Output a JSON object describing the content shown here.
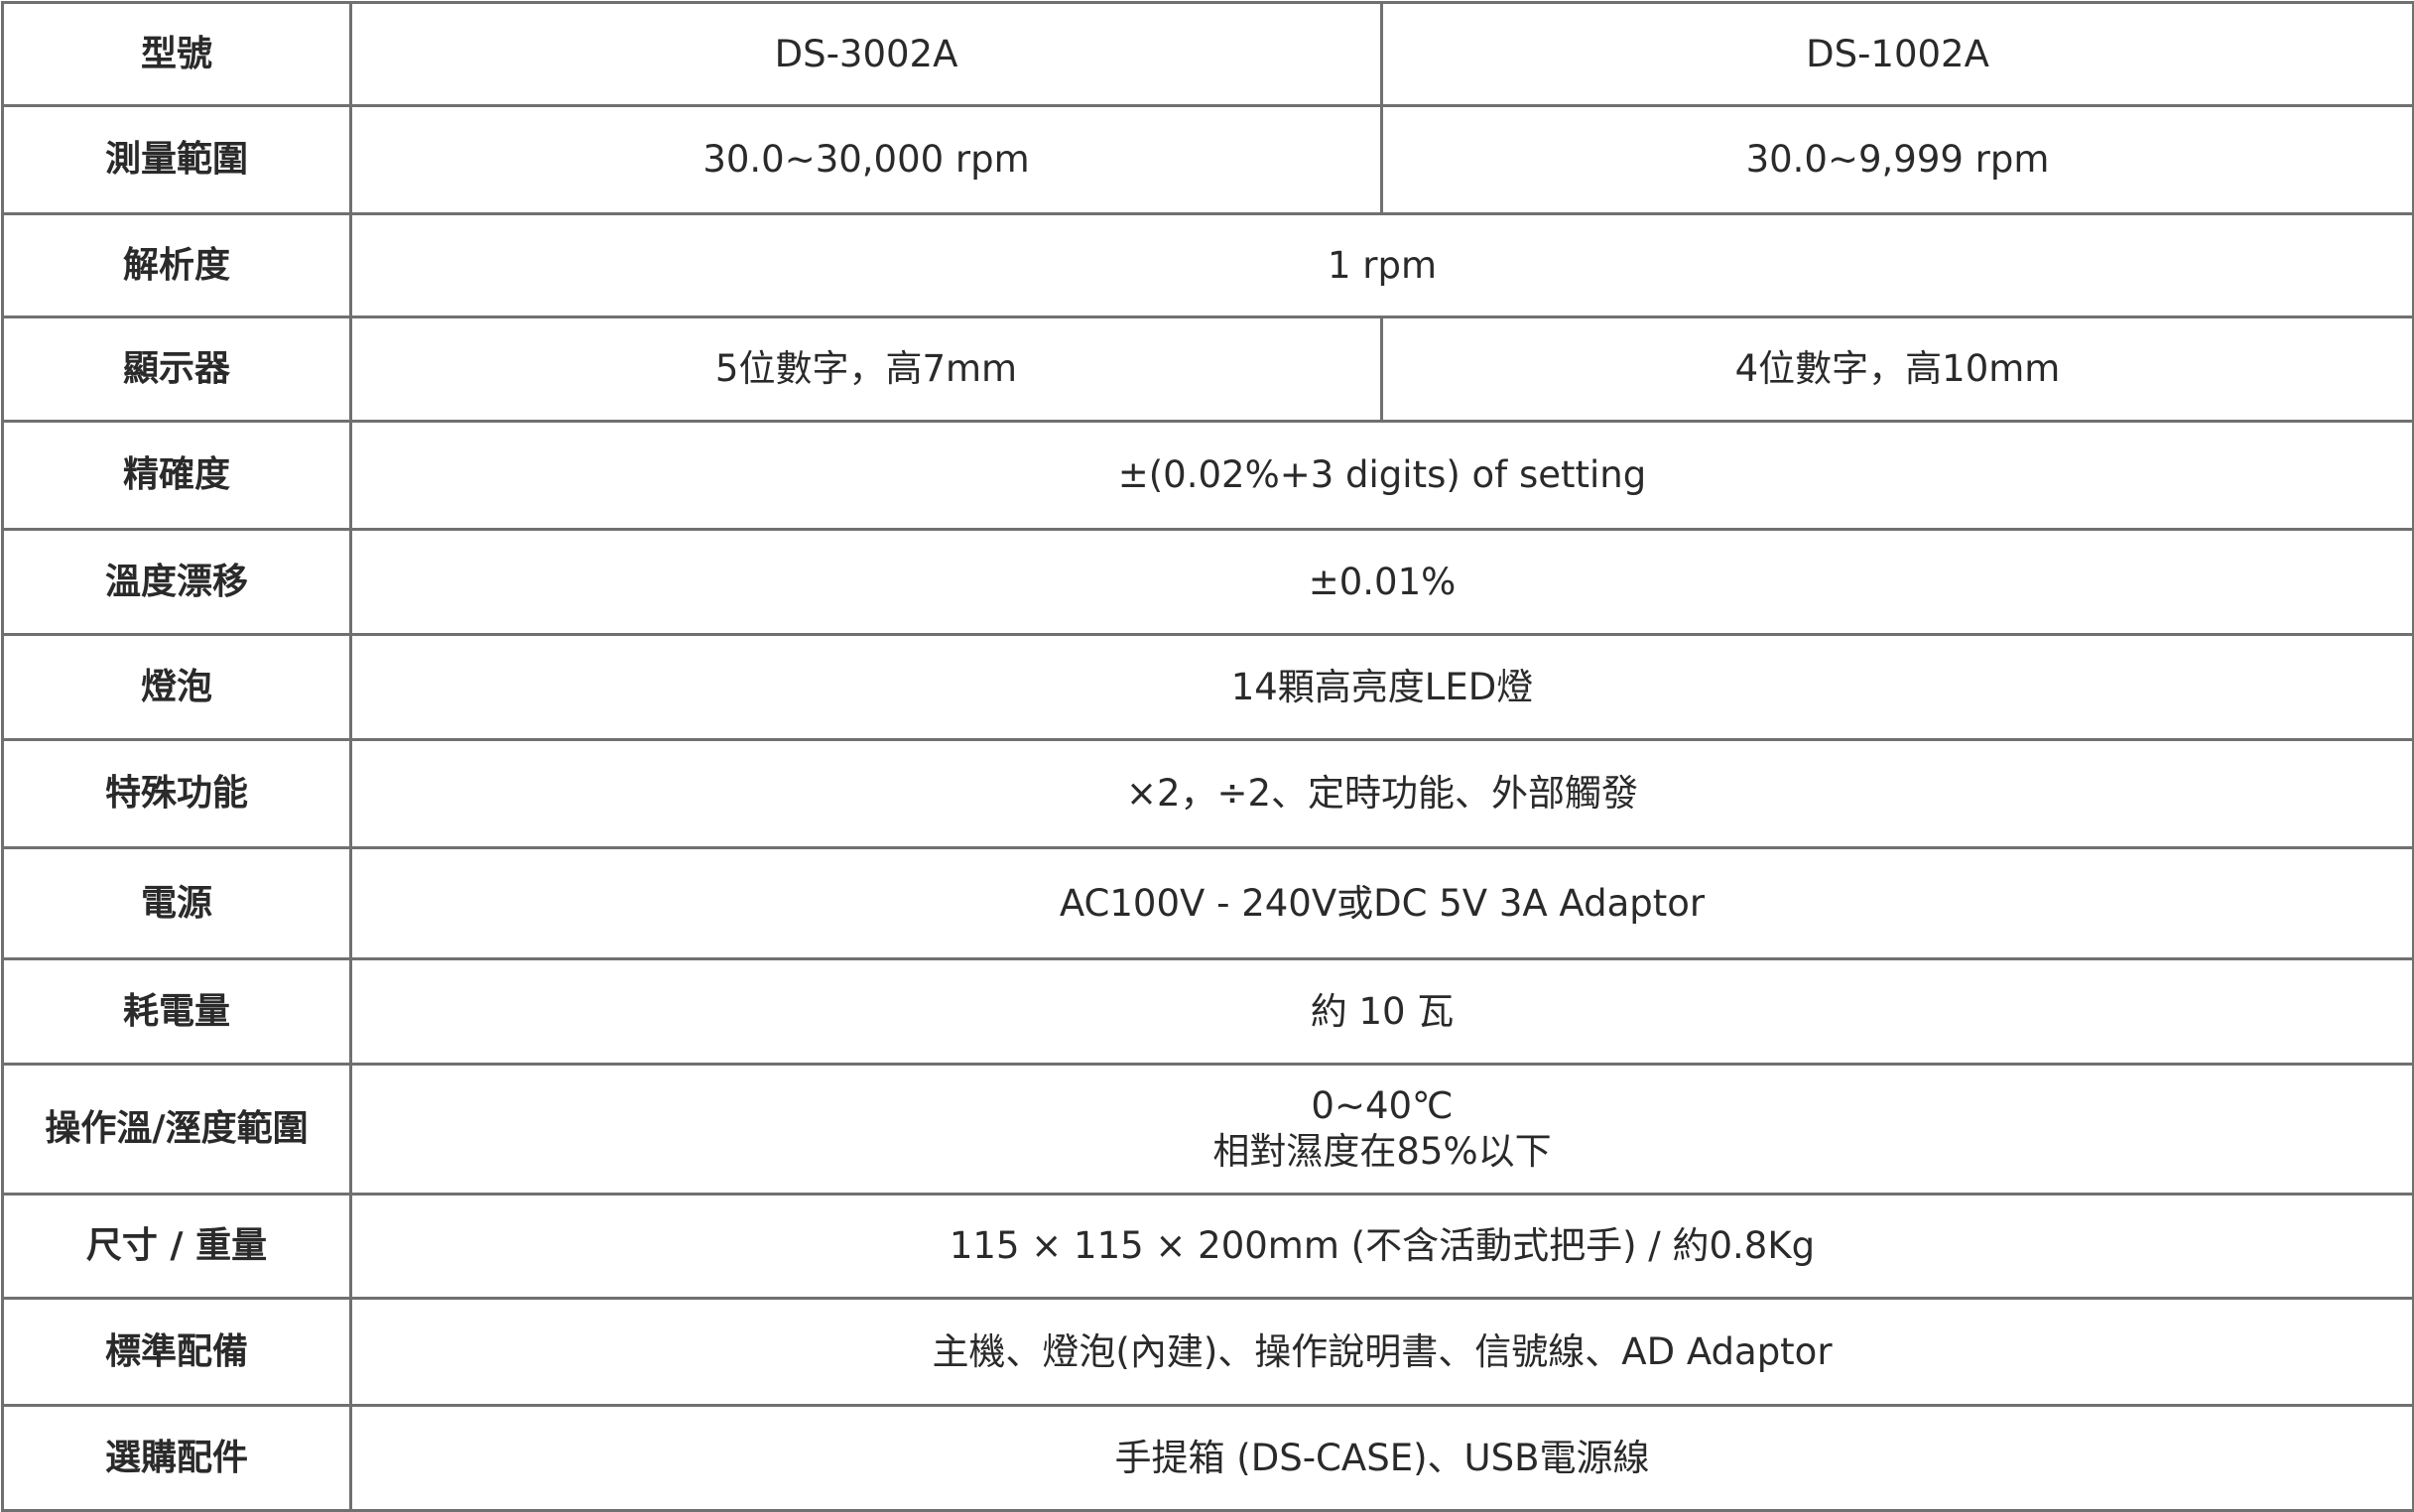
{
  "table": {
    "header": {
      "label": "型號",
      "models": [
        "DS-3002A",
        "DS-1002A"
      ]
    },
    "rows": [
      {
        "label": "測量範圍",
        "values": [
          "30.0~30,000 rpm",
          "30.0~9,999 rpm"
        ]
      },
      {
        "label": "解析度",
        "value": "1 rpm"
      },
      {
        "label": "顯示器",
        "values": [
          "5位數字，高7mm",
          "4位數字，高10mm"
        ]
      },
      {
        "label": "精確度",
        "value": "±(0.02%+3 digits) of setting"
      },
      {
        "label": "溫度漂移",
        "value": "±0.01%"
      },
      {
        "label": "燈泡",
        "value": "14顆高亮度LED燈"
      },
      {
        "label": "特殊功能",
        "value": "×2，÷2、定時功能、外部觸發"
      },
      {
        "label": "電源",
        "value": "AC100V - 240V或DC 5V 3A Adaptor"
      },
      {
        "label": "耗電量",
        "value": "約 10 瓦"
      },
      {
        "label": "操作溫/溼度範圍",
        "lines": [
          "0~40℃",
          "相對濕度在85%以下"
        ]
      },
      {
        "label": "尺寸 / 重量",
        "value": "115 × 115 × 200mm (不含活動式把手) / 約0.8Kg"
      },
      {
        "label": "標準配備",
        "value": "主機、燈泡(內建)、操作說明書、信號線、AD Adaptor"
      },
      {
        "label": "選購配件",
        "value": "手提箱 (DS-CASE)、USB電源線"
      }
    ]
  }
}
